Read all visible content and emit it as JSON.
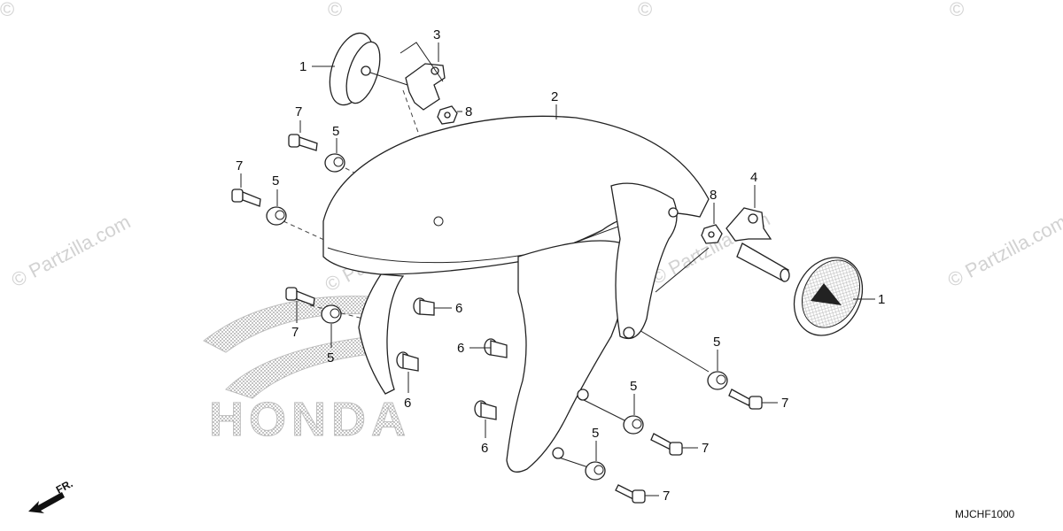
{
  "watermarks": {
    "text": "© Partzilla.com",
    "corner_mark": "©"
  },
  "brand_logo_text": "HONDA",
  "diagram_code": "MJCHF1000",
  "front_indicator": "FR.",
  "callouts": [
    {
      "num": "1",
      "part": "reflector-left"
    },
    {
      "num": "3",
      "part": "reflector-bracket-left"
    },
    {
      "num": "8",
      "part": "nut-upper-left"
    },
    {
      "num": "2",
      "part": "front-fender"
    },
    {
      "num": "7",
      "part": "bolt-a"
    },
    {
      "num": "5",
      "part": "grommet-a"
    },
    {
      "num": "7",
      "part": "bolt-b"
    },
    {
      "num": "5",
      "part": "grommet-b"
    },
    {
      "num": "4",
      "part": "reflector-bracket-right"
    },
    {
      "num": "8",
      "part": "nut-right"
    },
    {
      "num": "1",
      "part": "reflector-right"
    },
    {
      "num": "6",
      "part": "collar-a"
    },
    {
      "num": "7",
      "part": "bolt-c"
    },
    {
      "num": "5",
      "part": "grommet-c"
    },
    {
      "num": "6",
      "part": "collar-b"
    },
    {
      "num": "6",
      "part": "collar-c"
    },
    {
      "num": "6",
      "part": "collar-d"
    },
    {
      "num": "5",
      "part": "grommet-d"
    },
    {
      "num": "7",
      "part": "bolt-d"
    },
    {
      "num": "5",
      "part": "grommet-e"
    },
    {
      "num": "7",
      "part": "bolt-e"
    },
    {
      "num": "5",
      "part": "grommet-f"
    },
    {
      "num": "7",
      "part": "bolt-f"
    }
  ]
}
